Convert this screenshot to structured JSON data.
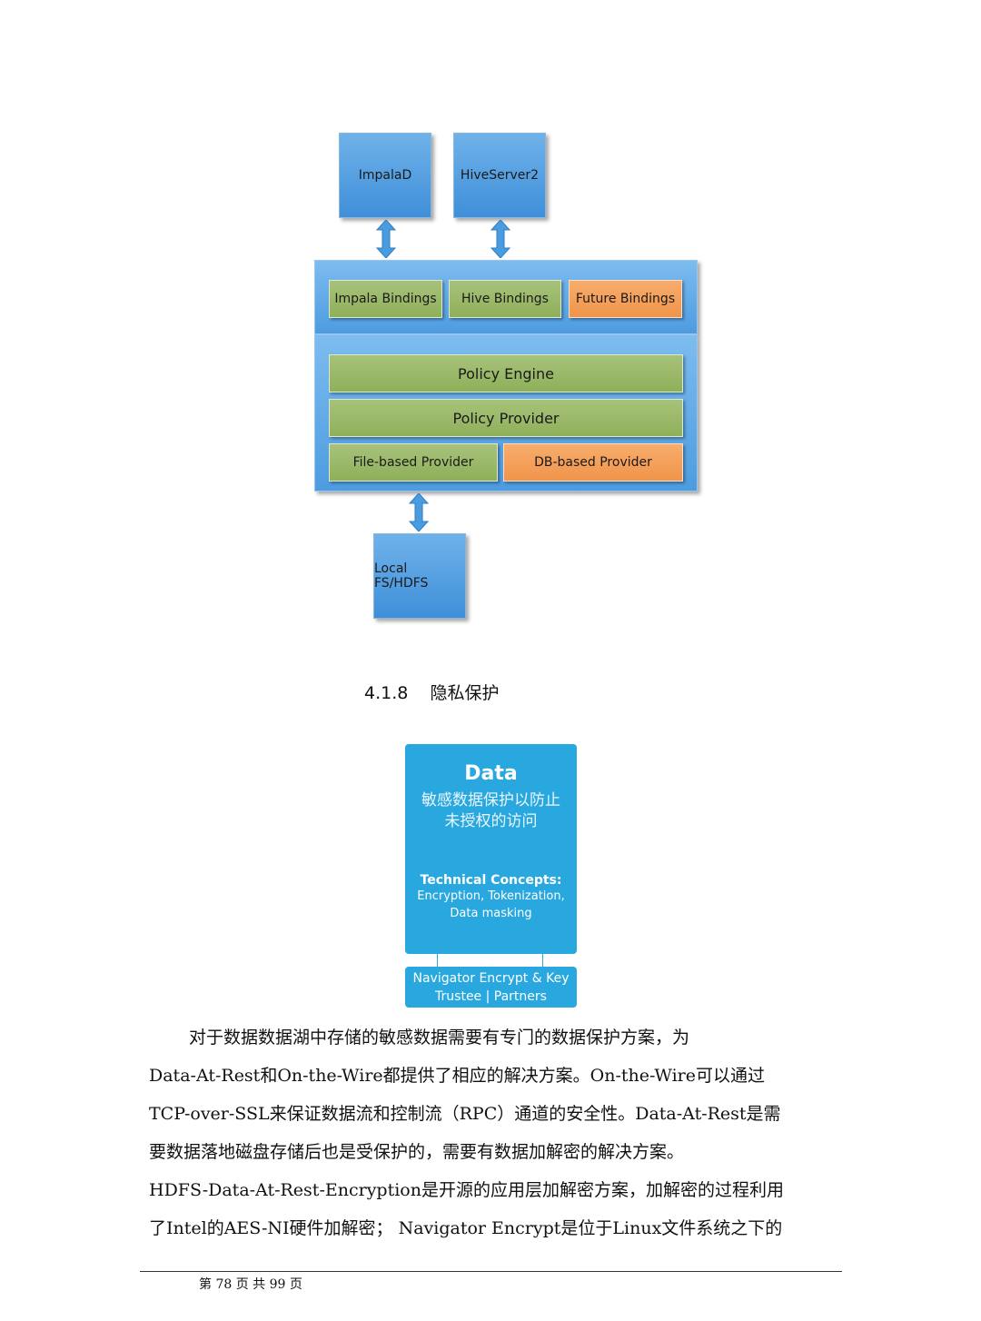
{
  "diagram": {
    "impalad": "ImpalaD",
    "hiveserver2": "HiveServer2",
    "impala_bindings": "Impala Bindings",
    "hive_bindings": "Hive Bindings",
    "future_bindings": "Future Bindings",
    "policy_engine": "Policy Engine",
    "policy_provider": "Policy Provider",
    "file_provider": "File-based Provider",
    "db_provider": "DB-based Provider",
    "local_fs": "Local FS/HDFS"
  },
  "section": {
    "number": "4.1.8",
    "title": "隐私保护"
  },
  "data_card": {
    "title": "Data",
    "subtitle_line1": "敏感数据保护以防止",
    "subtitle_line2": "未授权的访问",
    "concepts_title": "Technical Concepts:",
    "concepts_line1": "Encryption, Tokenization,",
    "concepts_line2": "Data masking",
    "product_line1": "Navigator Encrypt & Key",
    "product_line2": "Trustee | Partners"
  },
  "body": {
    "lines": [
      "对于数据数据湖中存储的敏感数据需要有专门的数据保护方案，为",
      "Data-At-Rest和On-the-Wire都提供了相应的解决方案。On-the-Wire可以通过",
      "TCP-over-SSL来保证数据流和控制流（RPC）通道的安全性。Data-At-Rest是需",
      "要数据落地磁盘存储后也是受保护的，需要有数据加解密的解决方案。",
      "HDFS-Data-At-Rest-Encryption是开源的应用层加解密方案，加解密的过程利用",
      "了Intel的AES-NI硬件加解密； Navigator Encrypt是位于Linux文件系统之下的"
    ]
  },
  "footer": {
    "text": "第 78 页 共 99 页"
  }
}
